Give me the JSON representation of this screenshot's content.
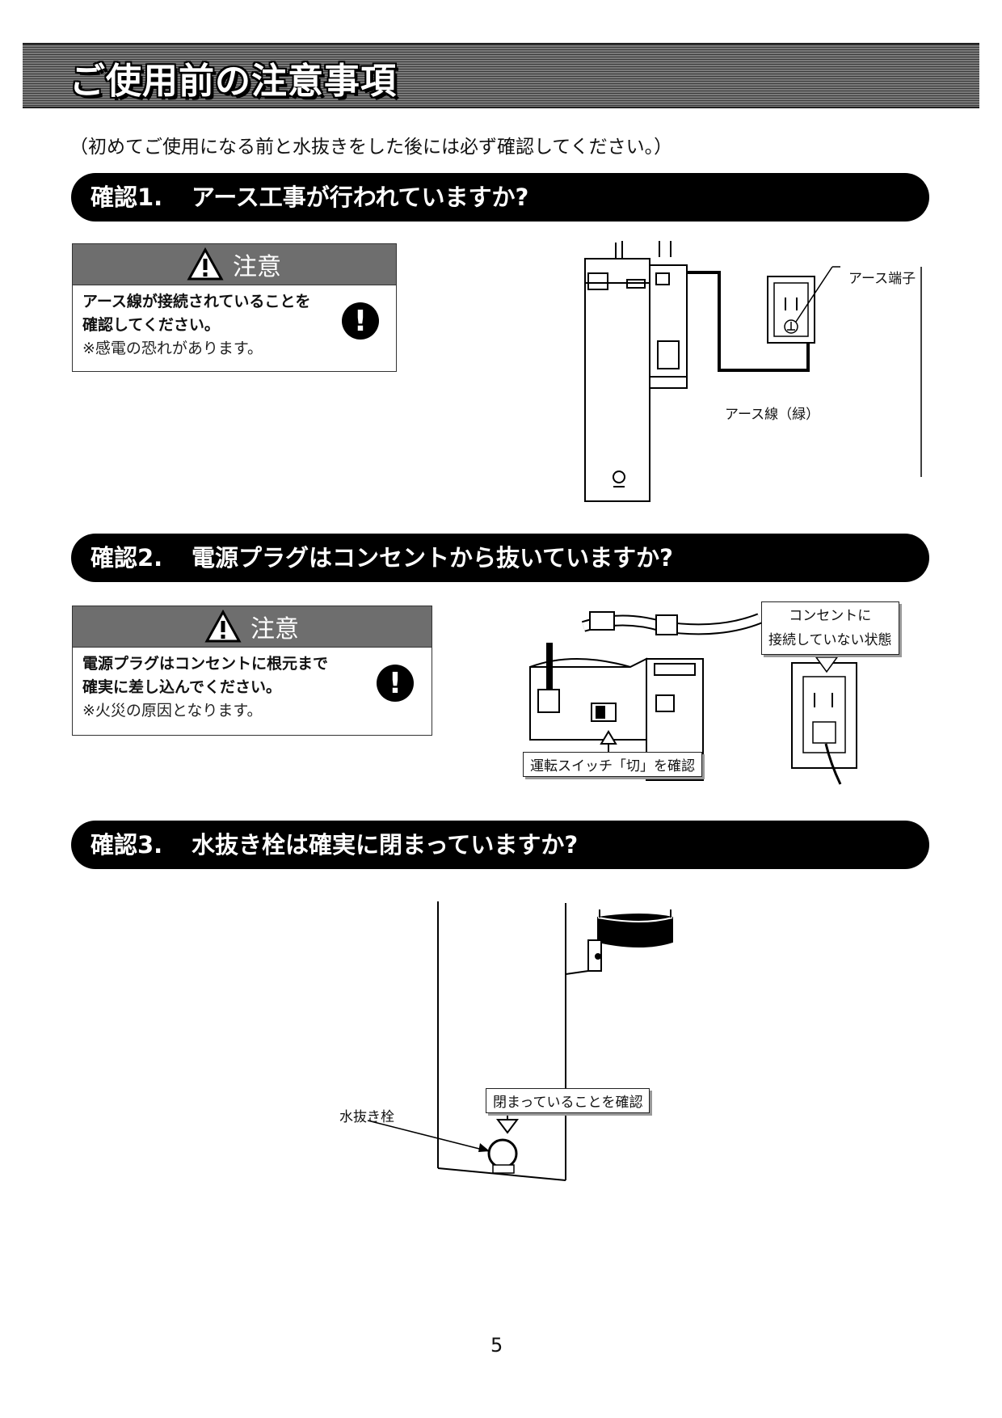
{
  "header": {
    "title": "ご使用前の注意事項"
  },
  "intro": "（初めてご使用になる前と水抜きをした後には必ず確認してください。）",
  "checks": [
    {
      "number": "確認1.",
      "question": "アース工事が行われていますか?",
      "caution_title": "注意",
      "caution_line1": "アース線が接続されていることを",
      "caution_line2": "確認してください。",
      "caution_note": "※感電の恐れがあります。",
      "labels": {
        "terminal": "アース端子",
        "wire": "アース線（緑）"
      }
    },
    {
      "number": "確認2.",
      "question": "電源プラグはコンセントから抜いていますか?",
      "caution_title": "注意",
      "caution_line1": "電源プラグはコンセントに根元まで",
      "caution_line2": "確実に差し込んでください。",
      "caution_note": "※火災の原因となります。",
      "labels": {
        "outlet_line1": "コンセントに",
        "outlet_line2": "接続していない状態",
        "switch": "運転スイッチ「切」を確認"
      }
    },
    {
      "number": "確認3.",
      "question": "水抜き栓は確実に閉まっていますか?",
      "labels": {
        "valve": "水抜き栓",
        "confirm": "閉まっていることを確認"
      }
    }
  ],
  "page_number": "5",
  "icons": {
    "warning": "warning-triangle-icon",
    "mandatory": "exclamation-circle-icon"
  }
}
